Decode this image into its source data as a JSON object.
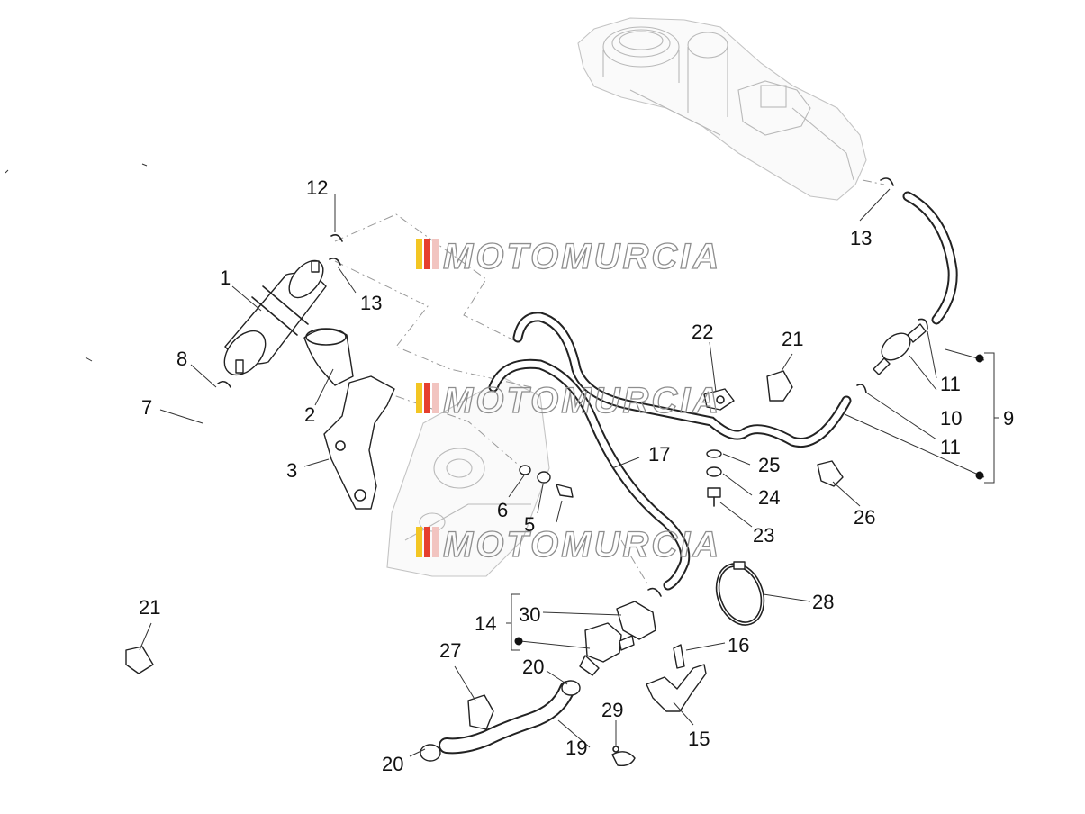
{
  "watermark": {
    "text": "MOTOMURCIA",
    "stripe_colors": [
      "#f3c623",
      "#e63f2e",
      "#f2c4c0"
    ]
  },
  "callouts": [
    {
      "id": "c1",
      "text": "1"
    },
    {
      "id": "c2",
      "text": "2"
    },
    {
      "id": "c3",
      "text": "3"
    },
    {
      "id": "c5",
      "text": "5"
    },
    {
      "id": "c6",
      "text": "6"
    },
    {
      "id": "c7",
      "text": "7"
    },
    {
      "id": "c8",
      "text": "8"
    },
    {
      "id": "c9",
      "text": "9"
    },
    {
      "id": "c10",
      "text": "10"
    },
    {
      "id": "c11a",
      "text": "11"
    },
    {
      "id": "c11b",
      "text": "11"
    },
    {
      "id": "c12",
      "text": "12"
    },
    {
      "id": "c13a",
      "text": "13"
    },
    {
      "id": "c13b",
      "text": "13"
    },
    {
      "id": "c14",
      "text": "14"
    },
    {
      "id": "c15",
      "text": "15"
    },
    {
      "id": "c16",
      "text": "16"
    },
    {
      "id": "c17",
      "text": "17"
    },
    {
      "id": "c19",
      "text": "19"
    },
    {
      "id": "c20a",
      "text": "20"
    },
    {
      "id": "c20b",
      "text": "20"
    },
    {
      "id": "c21a",
      "text": "21"
    },
    {
      "id": "c21b",
      "text": "21"
    },
    {
      "id": "c22",
      "text": "22"
    },
    {
      "id": "c23",
      "text": "23"
    },
    {
      "id": "c24",
      "text": "24"
    },
    {
      "id": "c25",
      "text": "25"
    },
    {
      "id": "c26",
      "text": "26"
    },
    {
      "id": "c27",
      "text": "27"
    },
    {
      "id": "c28",
      "text": "28"
    },
    {
      "id": "c29",
      "text": "29"
    },
    {
      "id": "c30",
      "text": "30"
    }
  ]
}
